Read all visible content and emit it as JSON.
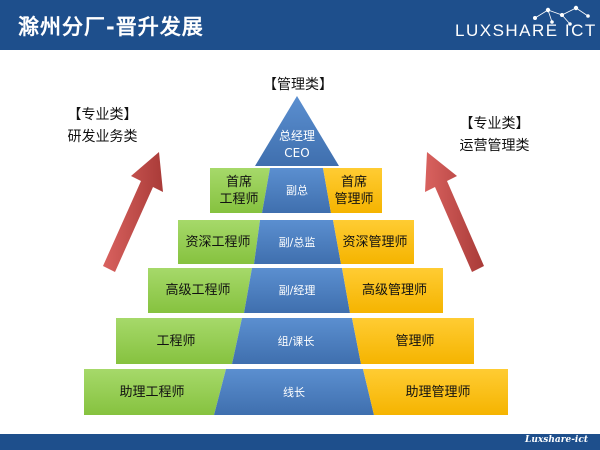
{
  "header": {
    "title": "滁州分厂-晋升发展",
    "logo": "LUXSHARE ICT"
  },
  "footer": {
    "brand": "Luxshare-ict"
  },
  "labels": {
    "top": "【管理类】",
    "left_bracket": "【专业类】",
    "left_sub": "研发业务类",
    "right_bracket": "【专业类】",
    "right_sub": "运营管理类"
  },
  "apex": {
    "line1": "总经理",
    "line2": "CEO"
  },
  "levels": [
    {
      "left": "首席\n工程师",
      "middle": "副总",
      "right": "首席\n管理师"
    },
    {
      "left": "资深工程师",
      "middle": "副/总监",
      "right": "资深管理师"
    },
    {
      "left": "高级工程师",
      "middle": "副/经理",
      "right": "高级管理师"
    },
    {
      "left": "工程师",
      "middle": "组/课长",
      "right": "管理师"
    },
    {
      "left": "助理工程师",
      "middle": "线长",
      "right": "助理管理师"
    }
  ],
  "colors": {
    "header": "#1e4f8c",
    "green": "#92d050",
    "yellow": "#ffc000",
    "blue": "#4f81bd",
    "arrow": "#c0504d"
  }
}
